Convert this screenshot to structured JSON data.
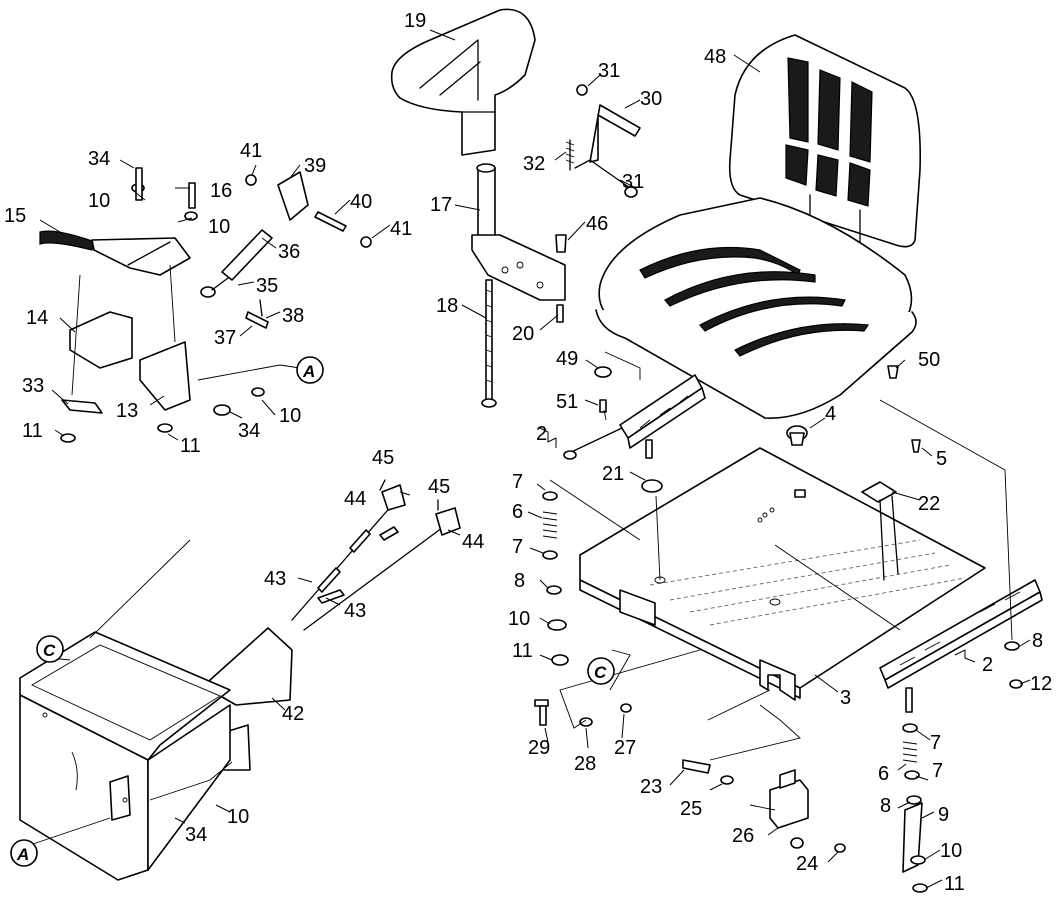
{
  "callouts": [
    {
      "id": "c19",
      "text": "19"
    },
    {
      "id": "c48",
      "text": "48"
    },
    {
      "id": "c31a",
      "text": "31"
    },
    {
      "id": "c30",
      "text": "30"
    },
    {
      "id": "c32",
      "text": "32"
    },
    {
      "id": "c31b",
      "text": "31"
    },
    {
      "id": "c41a",
      "text": "41"
    },
    {
      "id": "c39",
      "text": "39"
    },
    {
      "id": "c34a",
      "text": "34"
    },
    {
      "id": "c16",
      "text": "16"
    },
    {
      "id": "c10a",
      "text": "10"
    },
    {
      "id": "c10b",
      "text": "10"
    },
    {
      "id": "c40",
      "text": "40"
    },
    {
      "id": "c41b",
      "text": "41"
    },
    {
      "id": "c15",
      "text": "15"
    },
    {
      "id": "c17",
      "text": "17"
    },
    {
      "id": "c46",
      "text": "46"
    },
    {
      "id": "c36",
      "text": "36"
    },
    {
      "id": "c35",
      "text": "35"
    },
    {
      "id": "c38",
      "text": "38"
    },
    {
      "id": "c18",
      "text": "18"
    },
    {
      "id": "c14",
      "text": "14"
    },
    {
      "id": "c37",
      "text": "37"
    },
    {
      "id": "c20",
      "text": "20"
    },
    {
      "id": "c49",
      "text": "49"
    },
    {
      "id": "c50",
      "text": "50"
    },
    {
      "id": "c33",
      "text": "33"
    },
    {
      "id": "c13",
      "text": "13"
    },
    {
      "id": "c10c",
      "text": "10"
    },
    {
      "id": "c51",
      "text": "51"
    },
    {
      "id": "c34b",
      "text": "34"
    },
    {
      "id": "c11a",
      "text": "11"
    },
    {
      "id": "c11b",
      "text": "11"
    },
    {
      "id": "c4",
      "text": "4"
    },
    {
      "id": "c2a",
      "text": "2"
    },
    {
      "id": "c5",
      "text": "5"
    },
    {
      "id": "c45a",
      "text": "45"
    },
    {
      "id": "c45b",
      "text": "45"
    },
    {
      "id": "c21",
      "text": "21"
    },
    {
      "id": "c7a",
      "text": "7"
    },
    {
      "id": "c22",
      "text": "22"
    },
    {
      "id": "c44a",
      "text": "44"
    },
    {
      "id": "c6a",
      "text": "6"
    },
    {
      "id": "c44b",
      "text": "44"
    },
    {
      "id": "c7b",
      "text": "7"
    },
    {
      "id": "c43a",
      "text": "43"
    },
    {
      "id": "c8a",
      "text": "8"
    },
    {
      "id": "c43b",
      "text": "43"
    },
    {
      "id": "c10d",
      "text": "10"
    },
    {
      "id": "c8b",
      "text": "8"
    },
    {
      "id": "c11c",
      "text": "11"
    },
    {
      "id": "c2b",
      "text": "2"
    },
    {
      "id": "c12",
      "text": "12"
    },
    {
      "id": "c42",
      "text": "42"
    },
    {
      "id": "c3",
      "text": "3"
    },
    {
      "id": "c29",
      "text": "29"
    },
    {
      "id": "c27",
      "text": "27"
    },
    {
      "id": "c7c",
      "text": "7"
    },
    {
      "id": "c28",
      "text": "28"
    },
    {
      "id": "c23",
      "text": "23"
    },
    {
      "id": "c25",
      "text": "25"
    },
    {
      "id": "c6b",
      "text": "6"
    },
    {
      "id": "c7d",
      "text": "7"
    },
    {
      "id": "c8c",
      "text": "8"
    },
    {
      "id": "c9",
      "text": "9"
    },
    {
      "id": "c26",
      "text": "26"
    },
    {
      "id": "c24",
      "text": "24"
    },
    {
      "id": "c10e",
      "text": "10"
    },
    {
      "id": "c34c",
      "text": "34"
    },
    {
      "id": "c10f",
      "text": "10"
    },
    {
      "id": "c11d",
      "text": "11"
    }
  ],
  "badges": [
    {
      "id": "bA1",
      "text": "A"
    },
    {
      "id": "bC1",
      "text": "C"
    },
    {
      "id": "bC2",
      "text": "C"
    },
    {
      "id": "bA2",
      "text": "A"
    }
  ]
}
